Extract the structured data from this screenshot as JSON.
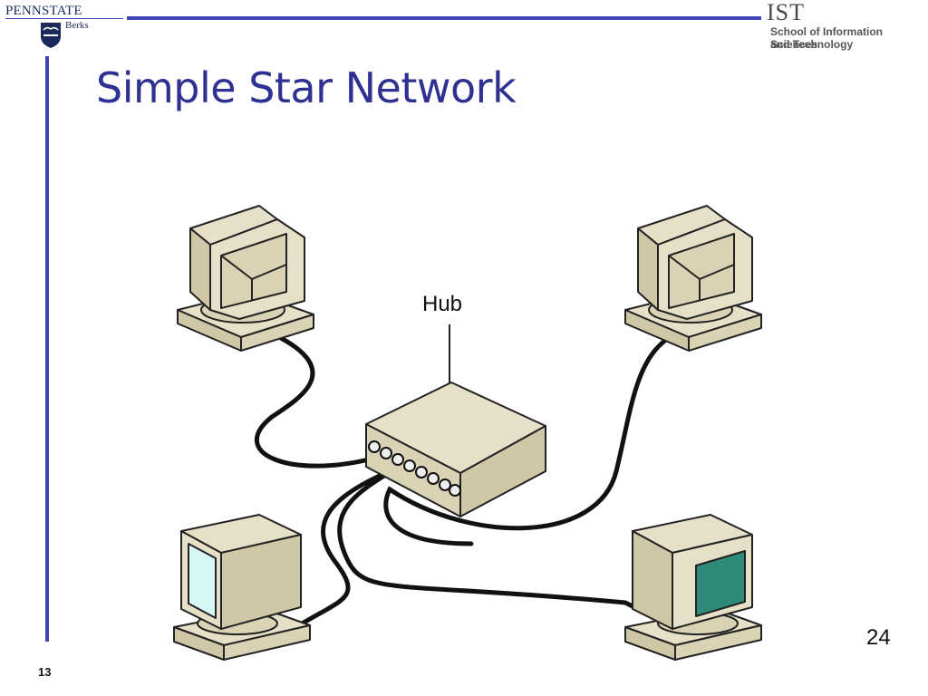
{
  "header": {
    "university": "PENNSTATE",
    "campus": "Berks",
    "school_logo": "IST",
    "school_line1": "School of Information Sciences",
    "school_line2": "and Technology"
  },
  "slide": {
    "title": "Simple Star Network",
    "page_number": "24",
    "slide_number": "13"
  },
  "diagram": {
    "hub_label": "Hub",
    "colors": {
      "beige": "#e6e0c8",
      "beige_dark": "#cfc7a6",
      "outline": "#222222",
      "screen_light": "#d8f8f8",
      "screen_teal": "#2f8a7a",
      "accent_blue": "#3f45b5"
    }
  }
}
